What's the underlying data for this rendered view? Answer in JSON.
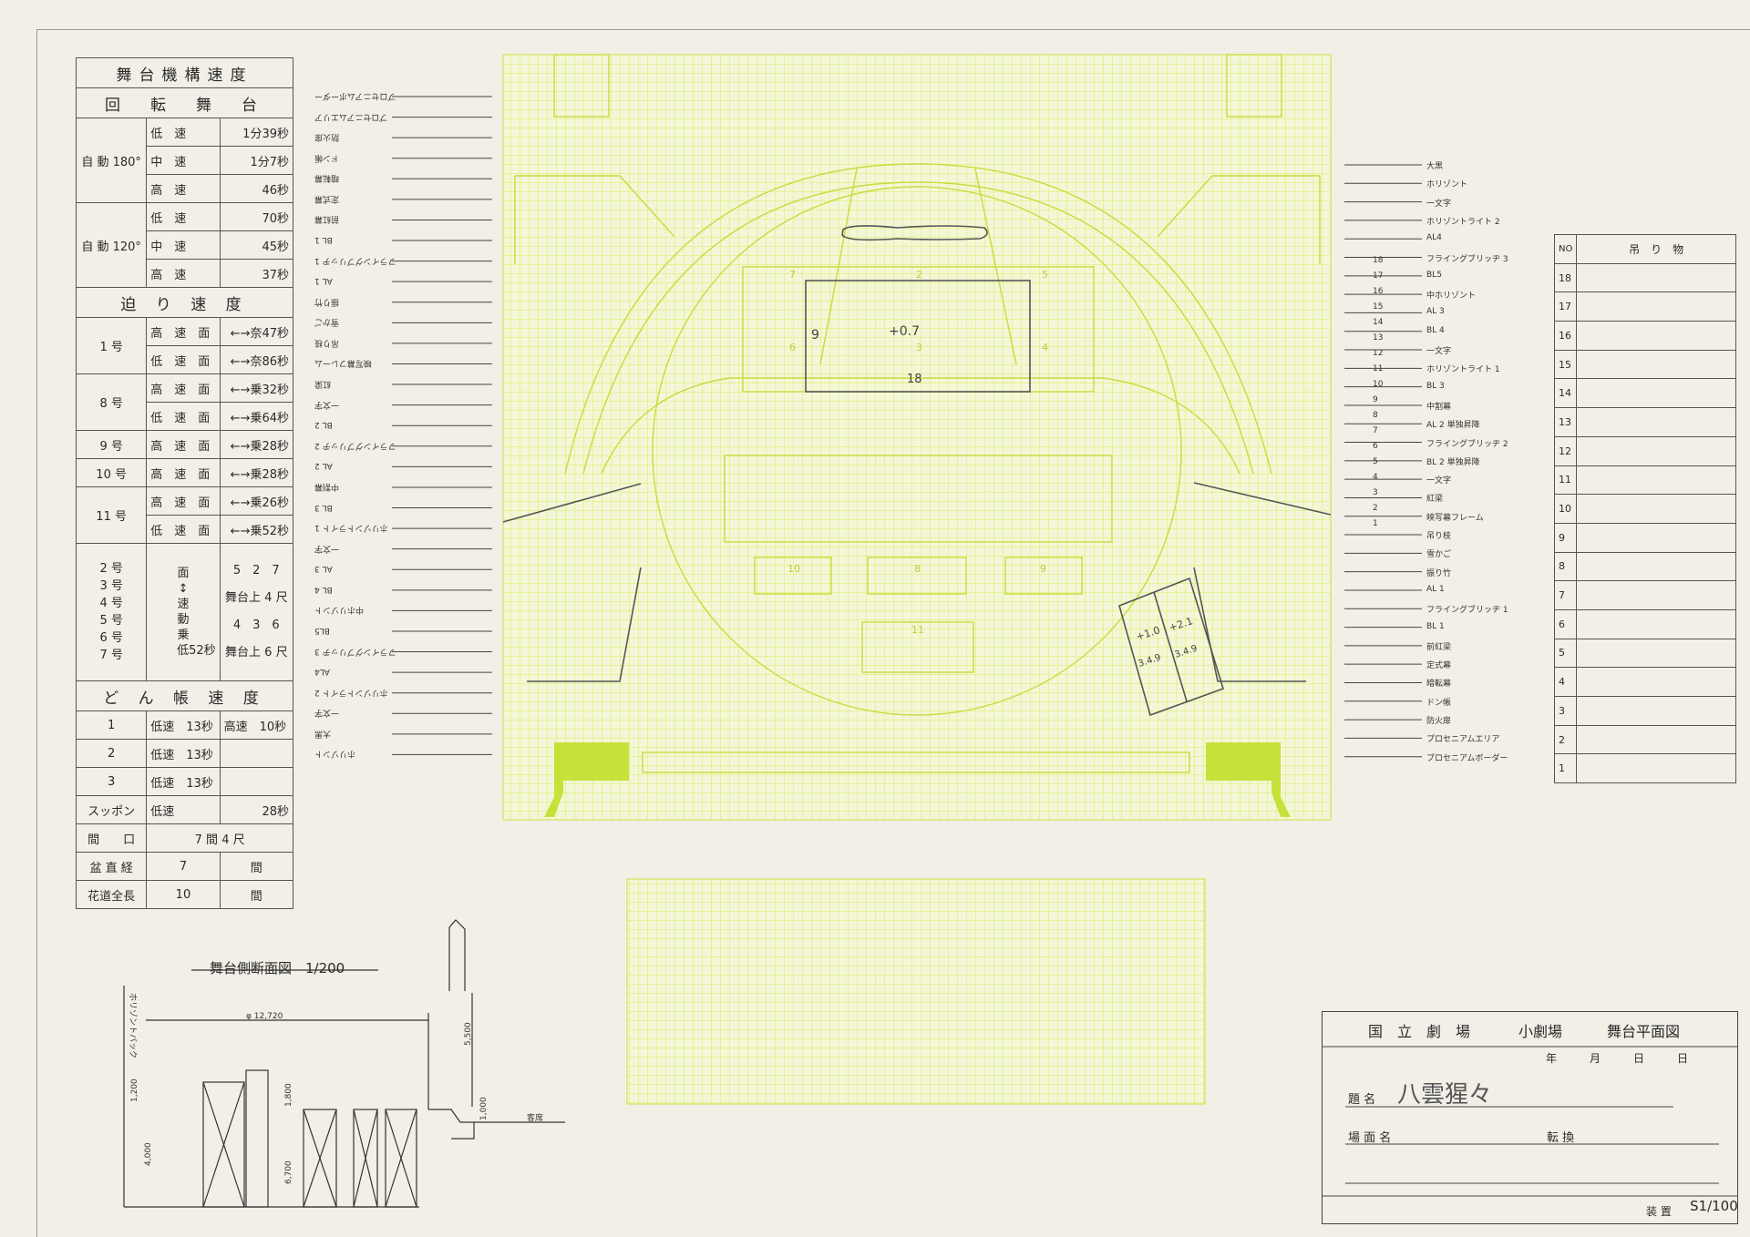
{
  "spec_table": {
    "title": "舞台機構速度",
    "revolve_header": "回　転　舞　台",
    "revolve_groups": [
      {
        "label": "自 動 180°",
        "rows": [
          [
            "低　速",
            "1分39秒"
          ],
          [
            "中　速",
            "1分7秒"
          ],
          [
            "高　速",
            "46秒"
          ]
        ]
      },
      {
        "label": "自 動 120°",
        "rows": [
          [
            "低　速",
            "70秒"
          ],
          [
            "中　速",
            "45秒"
          ],
          [
            "高　速",
            "37秒"
          ]
        ]
      }
    ],
    "lift_header": "迫 り 速 度",
    "lifts": [
      {
        "no": "1 号",
        "rows": [
          [
            "高　速　面",
            "←→奈47秒"
          ],
          [
            "低　速　面",
            "←→奈86秒"
          ]
        ]
      },
      {
        "no": "8 号",
        "rows": [
          [
            "高　速　面",
            "←→乗32秒"
          ],
          [
            "低　速　面",
            "←→乗64秒"
          ]
        ]
      },
      {
        "no": "9 号",
        "rows": [
          [
            "高　速　面",
            "←→乗28秒"
          ]
        ]
      },
      {
        "no": "10 号",
        "rows": [
          [
            "高　速　面",
            "←→乗28秒"
          ]
        ]
      },
      {
        "no": "11 号",
        "rows": [
          [
            "高　速　面",
            "←→乗26秒"
          ],
          [
            "低　速　面",
            "←→乗52秒"
          ]
        ]
      }
    ],
    "small_lifts": {
      "nos": [
        "2 号",
        "3 号",
        "4 号",
        "5 号",
        "6 号",
        "7 号"
      ],
      "mid": "面\n↕\n速\n動\n乗",
      "mid_low": "低52秒",
      "right": [
        "5　2　7",
        "舞台上 4 尺",
        "4　3　6",
        "舞台上 6 尺"
      ]
    },
    "curtain_header": "ど ん 帳 速 度",
    "curtains": [
      [
        "1",
        "低速　13秒",
        "高速　10秒"
      ],
      [
        "2",
        "低速　13秒",
        ""
      ],
      [
        "3",
        "低速　13秒",
        ""
      ]
    ],
    "extra": [
      [
        "スッポン",
        "低速",
        "28秒"
      ],
      [
        "間　　口",
        "7 間 4 尺",
        ""
      ],
      [
        "盆 直 経",
        "7",
        "間"
      ],
      [
        "花道全長",
        "10",
        "間"
      ]
    ]
  },
  "section": {
    "title": "舞台側断面図　1/200",
    "dims": [
      "φ 12,720",
      "5,500",
      "1,800",
      "1,200",
      "4,000",
      "6,700",
      "1,000"
    ],
    "labels": [
      "ホリゾントバック",
      "客席"
    ]
  },
  "left_labels": [
    "プロセニアムボーダー",
    "プロセニアムエリア",
    "防火扉",
    "ドン帳",
    "暗転幕",
    "定式幕",
    "前紅幕",
    "BL 1",
    "フライングブリッヂ 1",
    "AL 1",
    "振り竹",
    "雪かご",
    "吊り枝",
    "映写幕フレーム",
    "紅梁",
    "一文字",
    "BL 2",
    "フライングブリッヂ 2",
    "AL 2",
    "中割幕",
    "BL 3",
    "ホリゾントライト 1",
    "一文字",
    "AL 3",
    "BL 4",
    "中ホリゾント",
    "BL5",
    "フライングブリッヂ 3",
    "AL4",
    "ホリゾントライト 2",
    "一文字",
    "大黒",
    "ホリゾント"
  ],
  "right_labels": [
    "大黒",
    "ホリゾント",
    "一文字",
    "ホリゾントライト 2",
    "AL4",
    "フライングブリッヂ 3",
    "BL5",
    "中ホリゾント",
    "AL 3",
    "BL 4",
    "一文字",
    "ホリゾントライト 1",
    "BL 3",
    "中割幕",
    "AL 2 単独昇降",
    "フライングブリッヂ 2",
    "BL 2 単独昇降",
    "一文字",
    "紅梁",
    "映写幕フレーム",
    "吊り枝",
    "雪かご",
    "振り竹",
    "AL 1",
    "フライングブリッヂ 1",
    "BL 1",
    "前紅梁",
    "定式幕",
    "暗転幕",
    "ドン帳",
    "防火扉",
    "プロセニアムエリア",
    "プロセニアムボーダー"
  ],
  "right_numbers": [
    "18",
    "17",
    "16",
    "15",
    "14",
    "13",
    "12",
    "11",
    "10",
    "9",
    "8",
    "7",
    "6",
    "5",
    "4",
    "3",
    "2",
    "1"
  ],
  "plan_marks": {
    "top_label": "+0.7",
    "left_label": "9",
    "bottom_label": "18",
    "riser_a": "+1.0",
    "riser_b": "+2.1",
    "riser_c": "3.4.9",
    "riser_d": "3.4.9",
    "zone_nums": [
      "2",
      "3",
      "4",
      "5",
      "6",
      "7",
      "8",
      "9",
      "10",
      "11"
    ]
  },
  "hanging_table": {
    "header_no": "NO",
    "header_item": "吊　り　物",
    "rows": [
      "18",
      "17",
      "16",
      "15",
      "14",
      "13",
      "12",
      "11",
      "10",
      "9",
      "8",
      "7",
      "6",
      "5",
      "4",
      "3",
      "2",
      "1"
    ]
  },
  "title_block": {
    "theatre": "国　立　劇　場",
    "hall": "小劇場",
    "drawing": "舞台平面図",
    "date": "年　　　月　　　日　　　日",
    "title_label": "題 名",
    "title_value": "八雲猩々",
    "scene_label": "場 面 名",
    "change_label": "転 換",
    "device_label": "装 置",
    "scale": "S1/100"
  },
  "colors": {
    "grid": "#d7ee5a",
    "grid_fill": "#eff7b8",
    "pencil": "#555555",
    "paper": "#f1efe6",
    "ink": "#2a2a2a"
  }
}
